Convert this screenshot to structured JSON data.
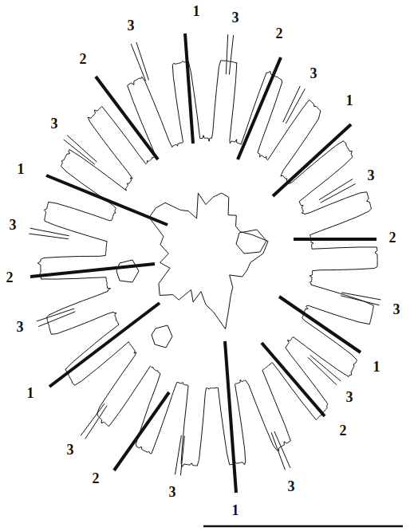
{
  "diagram": {
    "labels": [
      "1",
      "3",
      "3",
      "2",
      "2",
      "3",
      "1",
      "3",
      "1",
      "3",
      "3",
      "2",
      "2",
      "3",
      "3",
      "1",
      "1",
      "3",
      "2",
      "3",
      "2",
      "3",
      "3",
      "1"
    ]
  }
}
